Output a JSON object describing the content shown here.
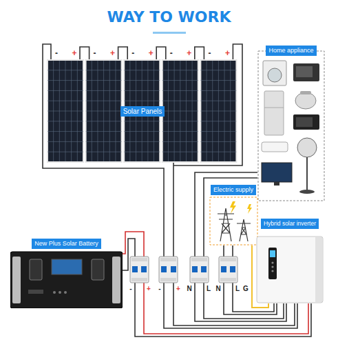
{
  "diagram": {
    "title": "WAY TO WORK",
    "nodes": [
      {
        "text": [
          "Solar Panels"
        ]
      },
      {
        "text": [
          "Home appliance"
        ]
      },
      {
        "text": [
          "Electric supply"
        ]
      },
      {
        "text": [
          "New Plus Solar Battery"
        ]
      },
      {
        "text": [
          "Hybrid solar inverter"
        ]
      }
    ],
    "edges": [
      {
        "from": 0,
        "to": 4,
        "arrow": "none"
      },
      {
        "from": 3,
        "to": 4,
        "arrow": "none"
      },
      {
        "from": 2,
        "to": 4,
        "arrow": "none"
      },
      {
        "from": 1,
        "to": 4,
        "arrow": "none"
      }
    ],
    "labels": [
      "-",
      "+",
      "-",
      "+",
      "-",
      "+",
      "-",
      "+",
      "-",
      "+",
      "-",
      "+",
      "-",
      "+",
      "N",
      "L",
      "N",
      "L",
      "G"
    ]
  }
}
